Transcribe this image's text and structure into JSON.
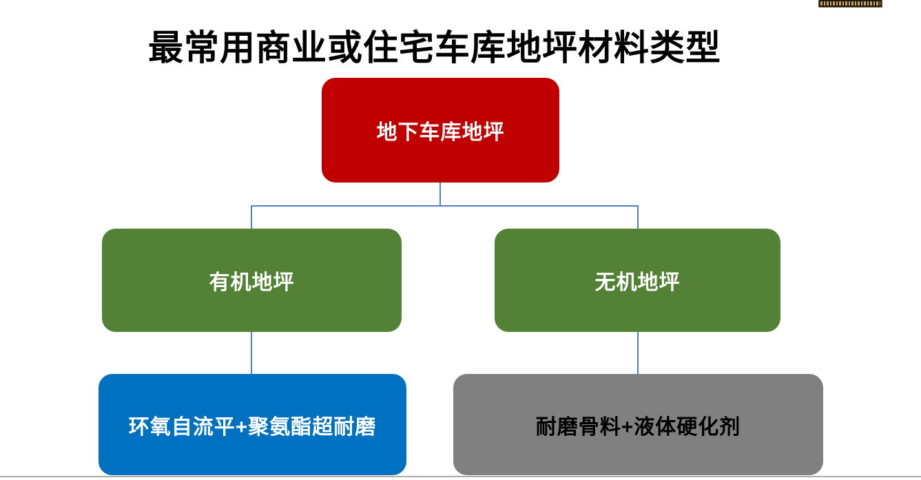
{
  "title": {
    "text": "最常用商业或住宅车库地坪材料类型"
  },
  "watermark": {
    "description": "dark logo strip cropped at top-right corner",
    "bg": "#241709",
    "border": "#7a6a4a",
    "glyph_color": "#d9b14e"
  },
  "colors": {
    "background": "#FFFFFF",
    "connector": "#4F81BD",
    "divider": "#ABABAB"
  },
  "diagram": {
    "type": "tree",
    "nodes": [
      {
        "id": "underground-garage-floor",
        "label": "地下车库地坪",
        "bg": "#C00000",
        "fg": "#FFFFFF",
        "parent": null
      },
      {
        "id": "organic-floor",
        "label": "有机地坪",
        "bg": "#538135",
        "fg": "#FFFFFF",
        "parent": "underground-garage-floor"
      },
      {
        "id": "inorganic-floor",
        "label": "无机地坪",
        "bg": "#538135",
        "fg": "#FFFFFF",
        "parent": "underground-garage-floor"
      },
      {
        "id": "epoxy-polyurethane",
        "label": "环氧自流平+聚氨酯超耐磨",
        "bg": "#0070C0",
        "fg": "#FFFFFF",
        "parent": "organic-floor"
      },
      {
        "id": "aggregate-hardener",
        "label": "耐磨骨料+液体硬化剂",
        "bg": "#808080",
        "fg": "#000000",
        "parent": "inorganic-floor"
      }
    ]
  }
}
